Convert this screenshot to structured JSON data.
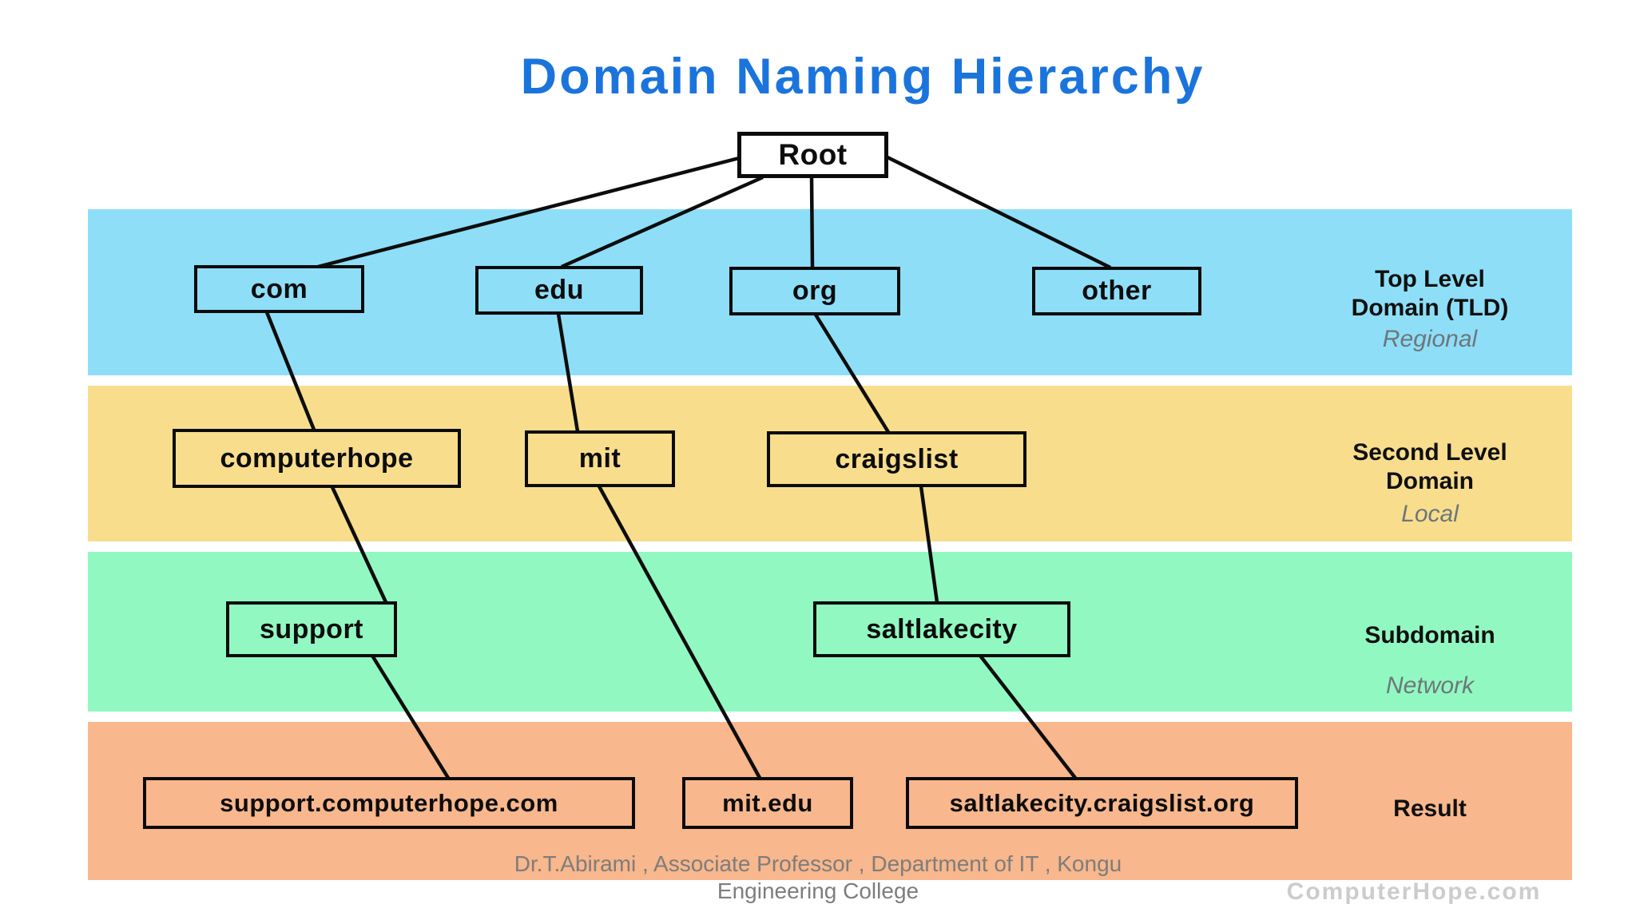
{
  "title": "Domain Naming Hierarchy",
  "accent": {
    "title_color": "#1b74dc"
  },
  "root_label": "Root",
  "bands": [
    {
      "name": "Top Level Domain (TLD)",
      "qualifier": "Regional",
      "color": "#8edef8"
    },
    {
      "name": "Second Level Domain",
      "qualifier": "Local",
      "color": "#f8dd8d"
    },
    {
      "name": "Subdomain",
      "qualifier": "Network",
      "color": "#92f8c1"
    },
    {
      "name": "Result",
      "qualifier": "",
      "color": "#f8b78c"
    }
  ],
  "nodes": {
    "com": "com",
    "edu": "edu",
    "org": "org",
    "other": "other",
    "computerhope": "computerhope",
    "mit": "mit",
    "craigslist": "craigslist",
    "support": "support",
    "saltlakecity": "saltlakecity",
    "result_computerhope": "support.computerhope.com",
    "result_mit": "mit.edu",
    "result_craigslist": "saltlakecity.craigslist.org"
  },
  "edges": [
    "Root-com",
    "Root-edu",
    "Root-org",
    "Root-other",
    "com-computerhope",
    "edu-mit",
    "org-craigslist",
    "computerhope-support",
    "craigslist-saltlakecity",
    "mit-mit.edu",
    "support-support.computerhope.com",
    "saltlakecity-saltlakecity.craigslist.org"
  ],
  "footer": {
    "credit_line1": "Dr.T.Abirami , Associate Professor , Department of IT , Kongu",
    "credit_line2": "Engineering College",
    "watermark": "ComputerHope.com"
  }
}
